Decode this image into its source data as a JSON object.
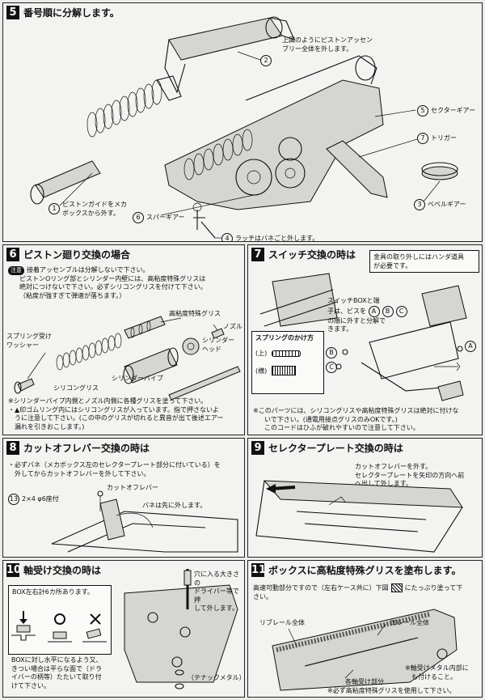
{
  "s5": {
    "num": "5",
    "title": "番号順に分解します。",
    "note2_line1": "上図のようにピストンアッセン",
    "note2_line2": "ブリー全体を外します。",
    "c1": "1",
    "label1_line1": "ピストンガイドをメカ",
    "label1_line2": "ボックスから外す。",
    "c2": "2",
    "c3": "3",
    "label3": "ベベルギアー",
    "c4": "4",
    "label4": "ラッチはバネごと外します。",
    "c5": "5",
    "label5": "セクターギアー",
    "c6": "6",
    "label6": "スパーギアー",
    "c7": "7",
    "label7": "トリガー"
  },
  "s6": {
    "num": "6",
    "title": "ピストン廻り交換の場合",
    "badge": "注意",
    "n1": "接着アッセンブルは分解しないで下さい。",
    "n2": "ピストンOリング部とシリンダー内壁には、高粘度特殊グリスは",
    "n3": "絶対につけないで下さい。必ずシリコングリスを付けて下さい。",
    "n4": "（粘度が強すぎて弾速が落ちます。）",
    "l_grease": "高粘度特殊グリス",
    "l_nozzle": "ノズル",
    "l_head1": "シリンダー",
    "l_head2": "ヘッド",
    "l_spring1": "スプリング受け",
    "l_spring2": "ワッシャー",
    "l_pipe": "シリンダーパイプ",
    "l_silicon": "シリコングリス",
    "b1": "※シリンダーパイプ内側とノズル内側に各種グリスを塗って下さい。",
    "b2": "・▲印ゴムリング内にはシリコングリスが入っています。指で押さないよ",
    "b3": "うに注意して下さい。(この中のグリスが切れると異音が出て後述エアー",
    "b4": "漏れを引きおこします。)"
  },
  "s7": {
    "num": "7",
    "title": "スイッチ交換の時は",
    "box1": "金具の取り外しにはハンダ道具",
    "box2": "が必要です。",
    "n1": "スイッチBOXと端",
    "n2": "子は、ビスを",
    "n3": "の順に外すと分解で",
    "n4": "きます。",
    "spring_title": "スプリングのかけ方",
    "up": "(上)",
    "side": "(横)",
    "ca": "A",
    "cb": "B",
    "cc": "C",
    "b1": "※このパーツには、シリコングリスや高粘度特殊グリスは絶対に付けな",
    "b2": "いで下さい。(通電用接点グリスのみOKです。)",
    "b3": "このコードはひふが破れやすいので注意して下さい。"
  },
  "s8": {
    "num": "8",
    "title": "カットオフレバー交換の時は",
    "t1": "・必ずバネ（メカボックス左のセレクタープレート部分に付いている）を",
    "t2": "外してからカットオフレバーを外して下さい。",
    "screw_num": "13",
    "screw": "2×4 φ6座付",
    "lever": "カットオフレバー",
    "spring": "バネは先に外します。"
  },
  "s9": {
    "num": "9",
    "title": "セレクタープレート交換の時は",
    "t1": "カットオフレバーを外す。",
    "t2": "セレクタープレートを矢印の方向へ前",
    "t3": "へ出して外します。"
  },
  "s10": {
    "num": "10",
    "title": "軸受け交換の時は",
    "box": "BOX左右計6カ所あります。",
    "d1": "穴に入る大きさの",
    "d2": "ドライバー等で押",
    "d3": "して外します。",
    "b1": "BOXに対し水平になるよう又、",
    "b2": "きつい場合は平らな面で（ドラ",
    "b3": "イバーの柄等）たたいて取り付",
    "b4": "けて下さい。",
    "metal": "（テナックメタル）"
  },
  "s11": {
    "num": "11",
    "title": "ボックスに高粘度特殊グリスを塗布します。",
    "t1": "高速可動部分ですので（左右ケース共に）下図",
    "t1b": "にたっぷり塗って下",
    "t2": "さい。",
    "rail1": "リブレール全体",
    "rail2": "凹レール全体",
    "n1": "※軸受けメタル内部に",
    "n2": "も付けること。",
    "parts": "各軸受け部分",
    "bottom": "※必ず高粘度特殊グリスを使用して下さい。"
  }
}
